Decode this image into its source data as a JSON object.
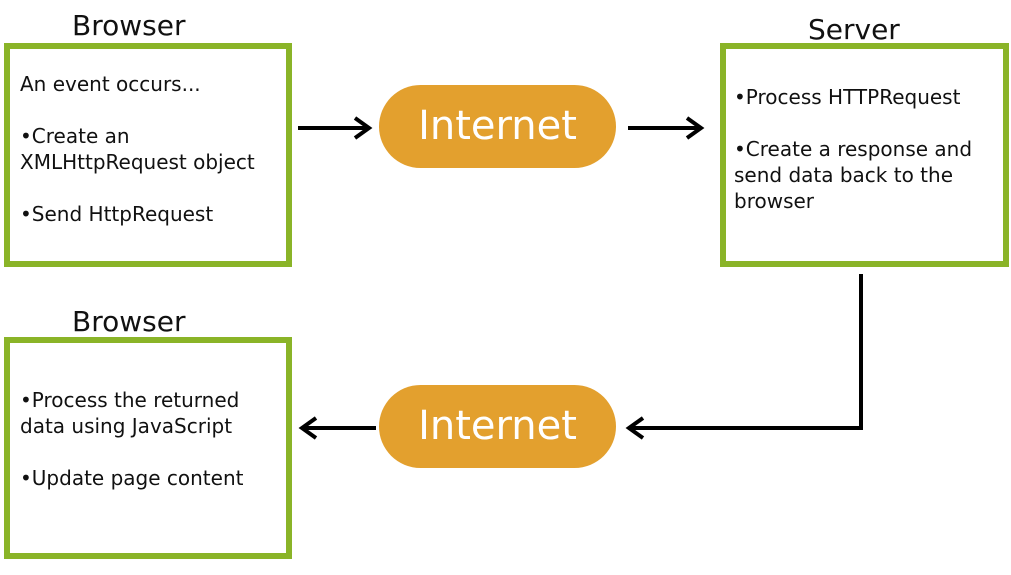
{
  "browser_top": {
    "title": "Browser",
    "lines": [
      "An event occurs...",
      "",
      "Create an",
      "XMLHttpRequest object",
      "",
      "Send HttpRequest"
    ]
  },
  "server": {
    "title": "Server",
    "lines": [
      "Process HTTPRequest",
      "",
      "Create a response and",
      "send data back to the",
      "browser"
    ]
  },
  "browser_bottom": {
    "title": "Browser",
    "lines": [
      "Process the returned",
      "data using JavaScript",
      "",
      "Update page content"
    ]
  },
  "internet_top": {
    "label": "Internet"
  },
  "internet_bottom": {
    "label": "Internet"
  },
  "colors": {
    "box_border": "#8ab428",
    "pill_fill": "#e3a02e",
    "pill_text": "#ffffff",
    "arrow": "#000000"
  }
}
